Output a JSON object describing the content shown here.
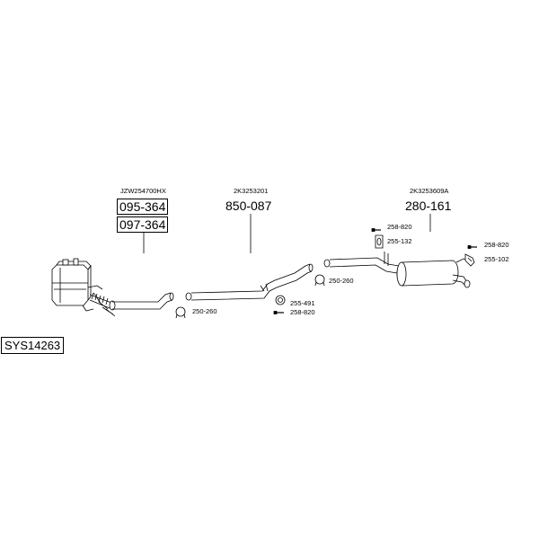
{
  "system_code": "SYS14263",
  "groups": {
    "front": {
      "oem_code": "JZW254700HX",
      "parts": [
        "095-364",
        "097-364"
      ]
    },
    "middle": {
      "oem_code": "2K3253201",
      "part": "850-087"
    },
    "rear": {
      "oem_code": "2K3253609A",
      "part": "280-161"
    }
  },
  "fittings": {
    "clamp_front": "250-260",
    "clamp_middle": "250-260",
    "rubber_mid": "255-491",
    "bolt_mid": "258-820",
    "bolt_rear_top": "258-820",
    "rubber_rear": "255-132",
    "bolt_tail": "258-820",
    "bracket_tail": "255-102"
  }
}
